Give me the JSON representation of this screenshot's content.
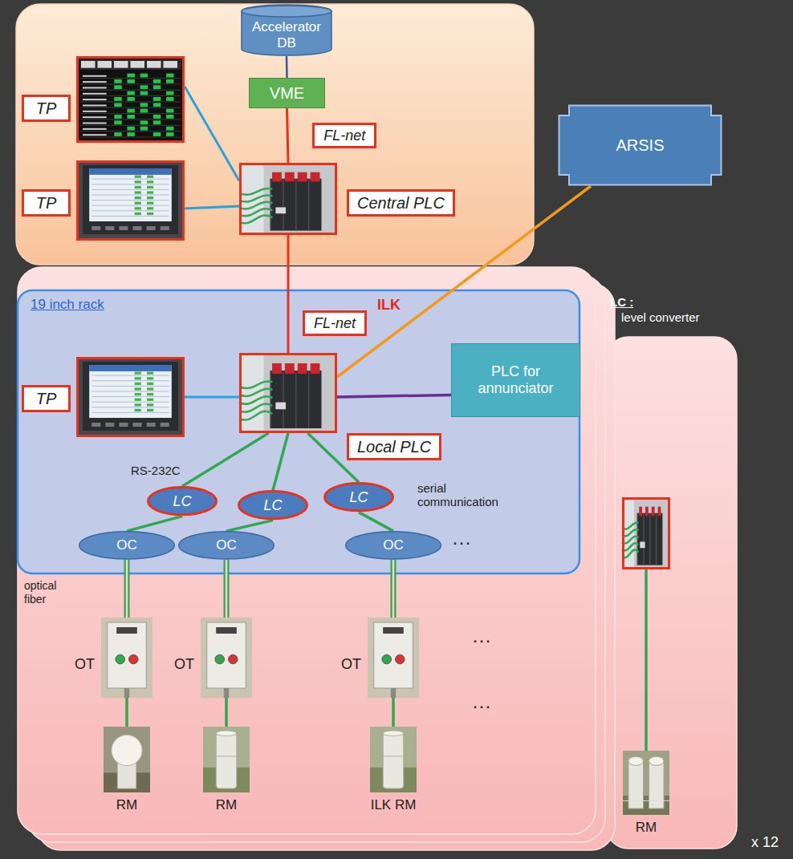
{
  "diagram": {
    "nodes": [
      {
        "text": [
          "Accelerator DB"
        ]
      },
      {
        "text": [
          "VME"
        ]
      },
      {
        "text": [
          "TP"
        ]
      },
      {
        "text": [
          "TP"
        ]
      },
      {
        "text": [
          "Central PLC"
        ]
      },
      {
        "text": [
          "ARSIS"
        ]
      },
      {
        "text": [
          "19 inch rack"
        ]
      },
      {
        "text": [
          "TP"
        ],
        "in": 6
      },
      {
        "text": [
          "Local PLC"
        ],
        "in": 6
      },
      {
        "text": [
          "PLC for annunciator"
        ],
        "in": 6
      },
      {
        "text": [
          "LC"
        ],
        "in": 6
      },
      {
        "text": [
          "LC"
        ],
        "in": 6
      },
      {
        "text": [
          "LC"
        ],
        "in": 6
      },
      {
        "text": [
          "OC"
        ],
        "in": 6
      },
      {
        "text": [
          "OC"
        ],
        "in": 6
      },
      {
        "text": [
          "OC"
        ],
        "in": 6
      },
      {
        "text": [
          "OT"
        ]
      },
      {
        "text": [
          "OT"
        ]
      },
      {
        "text": [
          "OT"
        ]
      },
      {
        "text": [
          "RM"
        ]
      },
      {
        "text": [
          "RM"
        ]
      },
      {
        "text": [
          "ILK RM"
        ]
      },
      {
        "text": [
          "RM"
        ]
      }
    ],
    "edges": [
      {
        "from": 0,
        "to": 1,
        "arrow": "none"
      },
      {
        "from": 1,
        "to": 4,
        "label": "FL-net",
        "arrow": "none"
      },
      {
        "from": 2,
        "to": 4,
        "arrow": "none"
      },
      {
        "from": 3,
        "to": 4,
        "arrow": "none"
      },
      {
        "from": 4,
        "to": 8,
        "label": "FL-net",
        "arrow": "none"
      },
      {
        "from": 5,
        "to": 8,
        "arrow": "none"
      },
      {
        "from": 7,
        "to": 8,
        "arrow": "none"
      },
      {
        "from": 8,
        "to": 9,
        "arrow": "none"
      },
      {
        "from": 8,
        "to": 10,
        "arrow": "none"
      },
      {
        "from": 8,
        "to": 11,
        "arrow": "none"
      },
      {
        "from": 8,
        "to": 12,
        "arrow": "none"
      },
      {
        "from": 10,
        "to": 13,
        "arrow": "none"
      },
      {
        "from": 11,
        "to": 14,
        "arrow": "none"
      },
      {
        "from": 12,
        "to": 15,
        "arrow": "none"
      },
      {
        "from": 13,
        "to": 16,
        "arrow": "none"
      },
      {
        "from": 14,
        "to": 17,
        "arrow": "none"
      },
      {
        "from": 15,
        "to": 18,
        "arrow": "none"
      },
      {
        "from": 16,
        "to": 19,
        "arrow": "none"
      },
      {
        "from": 17,
        "to": 20,
        "arrow": "none"
      },
      {
        "from": 18,
        "to": 21,
        "arrow": "none"
      }
    ],
    "labels": [
      "ILK",
      "RS-232C",
      "serial communication",
      "···",
      "optical fiber",
      "···",
      "···",
      "LC :",
      "level converter",
      "x 12"
    ]
  }
}
